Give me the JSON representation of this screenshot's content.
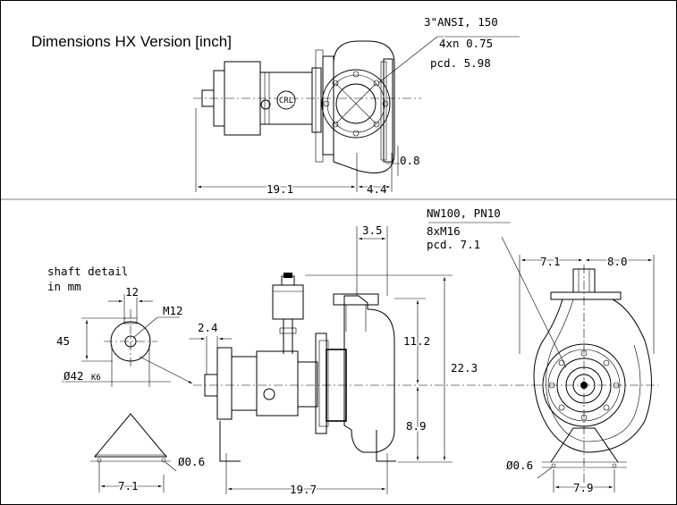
{
  "title": "Dimensions HX Version [inch]",
  "top_view": {
    "flange_label": "3\"ANSI, 150",
    "bolt_label": "4xn 0.75",
    "pcd_label": "pcd. 5.98",
    "dim_length": "19.1",
    "dim_offset": "4.4",
    "dim_foot": "0.8",
    "logo_text": "CRL"
  },
  "side_view": {
    "dim_top": "3.5",
    "dim_flange_height": "11.2",
    "dim_total_height": "22.3",
    "dim_shaft_height": "8.9",
    "dim_shaft_end": "2.4",
    "dim_length": "19.7"
  },
  "front_view": {
    "flange_label": "NW100, PN10",
    "bolt_label": "8xM16",
    "pcd_label": "pcd. 7.1",
    "dim_left": "7.1",
    "dim_right": "8.0",
    "dim_hole": "Ø0.6",
    "dim_base": "7.9"
  },
  "shaft_detail": {
    "label_line1": "shaft detail",
    "label_line2": "in mm",
    "dim_key": "12",
    "dim_thread": "M12",
    "dim_height": "45",
    "dim_diameter": "Ø42",
    "dim_tolerance": "K6",
    "dim_hole": "Ø0.6",
    "dim_base": "7.1"
  }
}
